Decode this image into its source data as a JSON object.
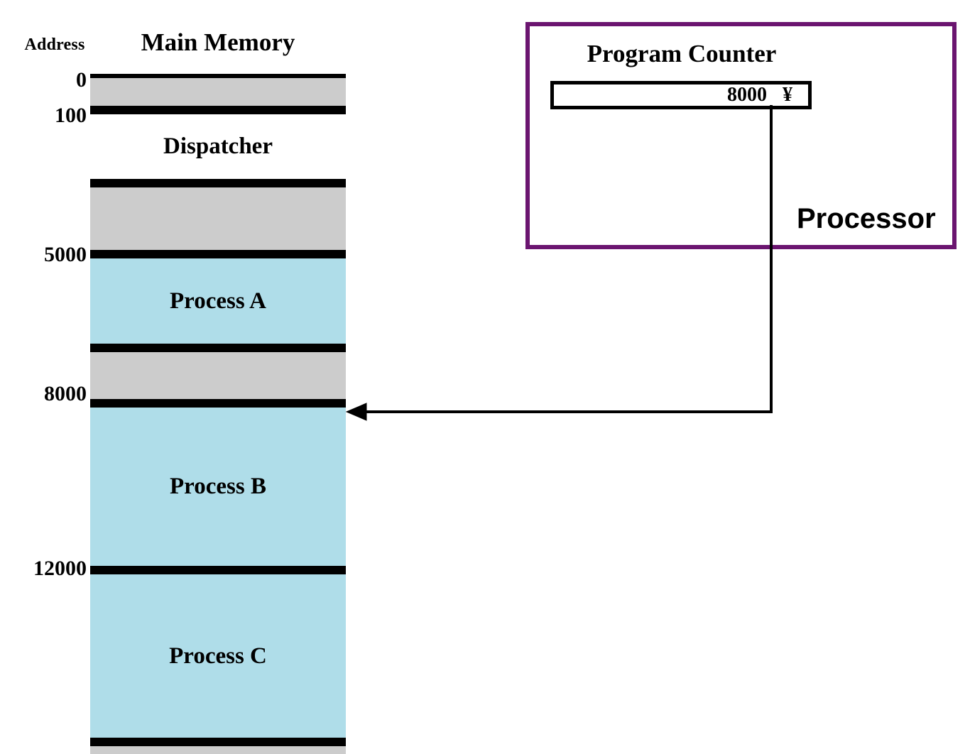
{
  "diagram": {
    "title_main_memory": "Main Memory",
    "title_address_column": "Address",
    "memory": {
      "blocks": [
        {
          "label": "",
          "fill": "gray",
          "start_address": "0"
        },
        {
          "label": "Dispatcher",
          "fill": "white",
          "start_address": "100"
        },
        {
          "label": "",
          "fill": "gray",
          "start_address": ""
        },
        {
          "label": "Process A",
          "fill": "blue",
          "start_address": "5000"
        },
        {
          "label": "",
          "fill": "gray",
          "start_address": ""
        },
        {
          "label": "Process B",
          "fill": "blue",
          "start_address": "8000"
        },
        {
          "label": "Process C",
          "fill": "blue",
          "start_address": "12000"
        },
        {
          "label": "",
          "fill": "gray",
          "start_address": ""
        }
      ],
      "address_ticks": [
        "0",
        "100",
        "5000",
        "8000",
        "12000"
      ]
    },
    "processor": {
      "box_label": "Processor",
      "program_counter": {
        "title": "Program Counter",
        "value": "8000",
        "marker_glyph": "¥"
      },
      "pointer_target_address": "8000"
    },
    "colors": {
      "free_memory": "#cccccc",
      "process_block": "#afdde9",
      "dispatcher_block": "#ffffff",
      "processor_border": "#6b1570",
      "outline": "#000000"
    }
  }
}
